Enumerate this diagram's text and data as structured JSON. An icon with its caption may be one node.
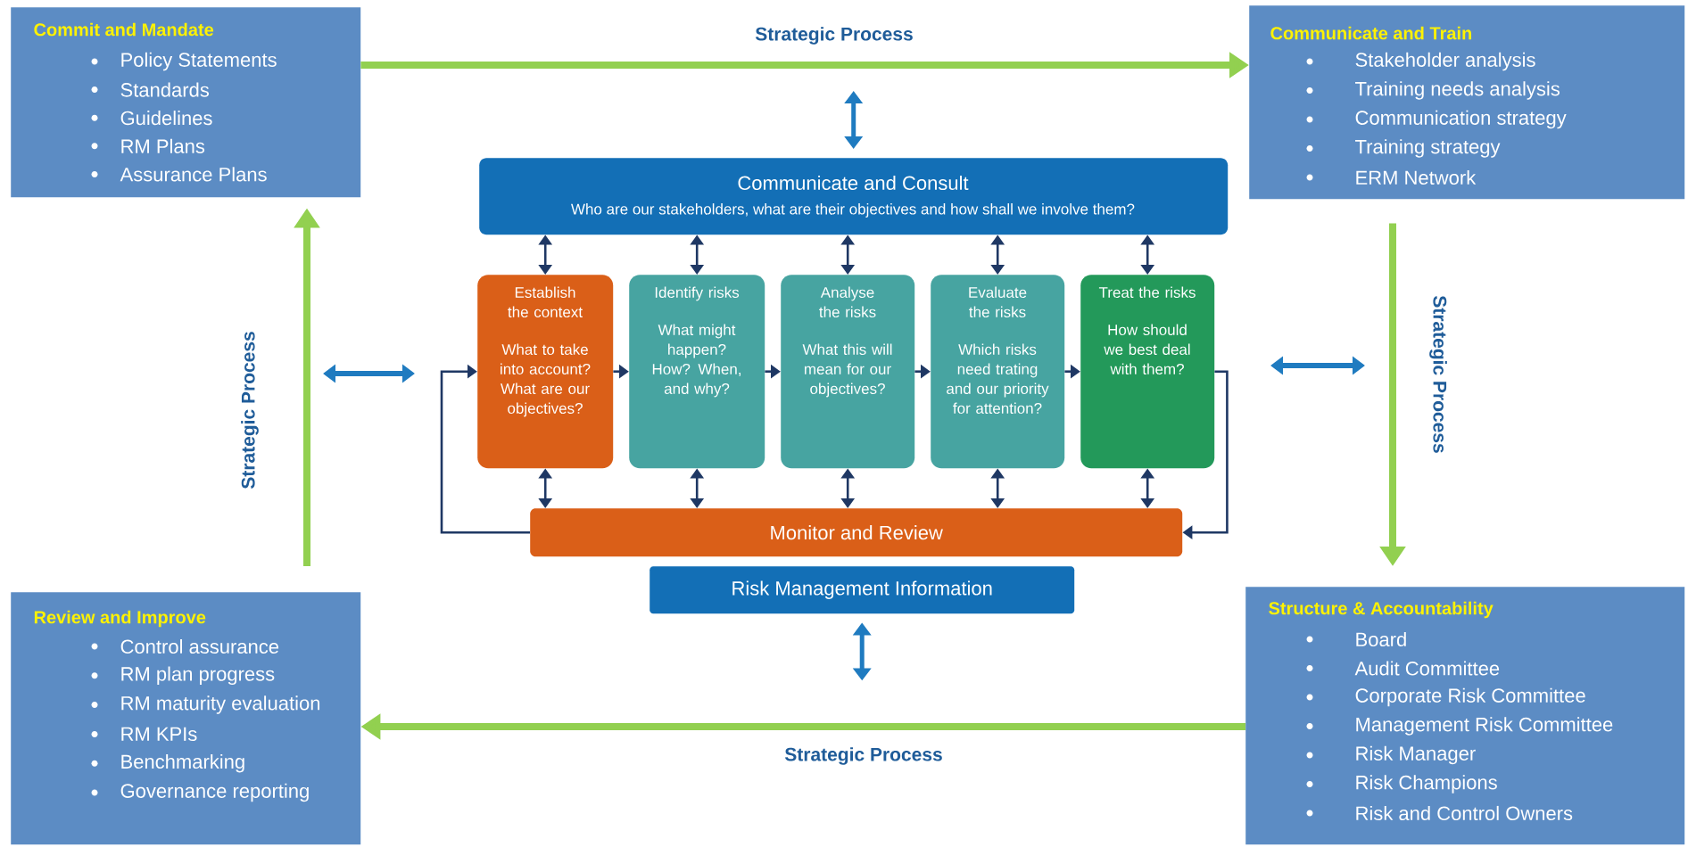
{
  "diagram": {
    "nodes": [
      {
        "text": [
          "Commit and Mandate",
          "Policy Statements",
          "Standards",
          "Guidelines",
          "RM Plans",
          "Assurance Plans"
        ]
      },
      {
        "text": [
          "Communicate and Train",
          "Stakeholder analysis",
          "Training needs analysis",
          "Communication strategy",
          "Training strategy",
          "ERM Network"
        ]
      },
      {
        "text": [
          "Review and Improve",
          "Control assurance",
          "RM plan progress",
          "RM maturity evaluation",
          "RM KPIs",
          "Benchmarking",
          "Governance reporting"
        ]
      },
      {
        "text": [
          "Structure & Accountability",
          "Board",
          "Audit Committee",
          "Corporate Risk Committee",
          "Management Risk Committee",
          "Risk Manager",
          "Risk Champions",
          "Risk and Control Owners"
        ]
      },
      {
        "text": [
          "Communicate and Consult",
          "Who are our stakeholders, what are their objectives and how shall we involve them?"
        ]
      },
      {
        "text": [
          "Establish the context",
          "What to take into account? What are our objectives?"
        ]
      },
      {
        "text": [
          "Identify risks",
          "What might happen? How? When, and why?"
        ]
      },
      {
        "text": [
          "Analyse the risks",
          "What this will mean for our objectives?"
        ]
      },
      {
        "text": [
          "Evaluate the risks",
          "Which risks need trating and our priority for attention?"
        ]
      },
      {
        "text": [
          "Treat the risks",
          "How should we best deal with them?"
        ]
      },
      {
        "text": [
          "Monitor and Review"
        ]
      },
      {
        "text": [
          "Risk Management Information"
        ]
      }
    ],
    "edges": [
      {
        "from": 0,
        "to": 1,
        "arrow": "to",
        "label": "Strategic Process",
        "style": "thick",
        "color": "#92d050"
      },
      {
        "from": 1,
        "to": 3,
        "arrow": "to",
        "label": "Strategic Process",
        "style": "thick",
        "color": "#92d050"
      },
      {
        "from": 3,
        "to": 2,
        "arrow": "to",
        "label": "Strategic Process",
        "style": "thick",
        "color": "#92d050"
      },
      {
        "from": 2,
        "to": 0,
        "arrow": "to",
        "label": "Strategic Process",
        "style": "thick",
        "color": "#92d050"
      },
      {
        "from": null,
        "to": 4,
        "arrow": "both",
        "color": "#1f7bc0"
      },
      {
        "from": 11,
        "to": null,
        "arrow": "both",
        "color": "#1f7bc0"
      },
      {
        "from": 4,
        "to": 5,
        "arrow": "both"
      },
      {
        "from": 4,
        "to": 6,
        "arrow": "both"
      },
      {
        "from": 4,
        "to": 7,
        "arrow": "both"
      },
      {
        "from": 4,
        "to": 8,
        "arrow": "both"
      },
      {
        "from": 4,
        "to": 9,
        "arrow": "both"
      },
      {
        "from": 5,
        "to": 10,
        "arrow": "both"
      },
      {
        "from": 6,
        "to": 10,
        "arrow": "both"
      },
      {
        "from": 7,
        "to": 10,
        "arrow": "both"
      },
      {
        "from": 8,
        "to": 10,
        "arrow": "both"
      },
      {
        "from": 9,
        "to": 10,
        "arrow": "both"
      },
      {
        "from": 5,
        "to": 6,
        "arrow": "to"
      },
      {
        "from": 6,
        "to": 7,
        "arrow": "to"
      },
      {
        "from": 7,
        "to": 8,
        "arrow": "to"
      },
      {
        "from": 8,
        "to": 9,
        "arrow": "to"
      },
      {
        "from": 9,
        "to": 10,
        "arrow": "to"
      },
      {
        "from": 10,
        "to": 5,
        "arrow": "to"
      }
    ]
  }
}
